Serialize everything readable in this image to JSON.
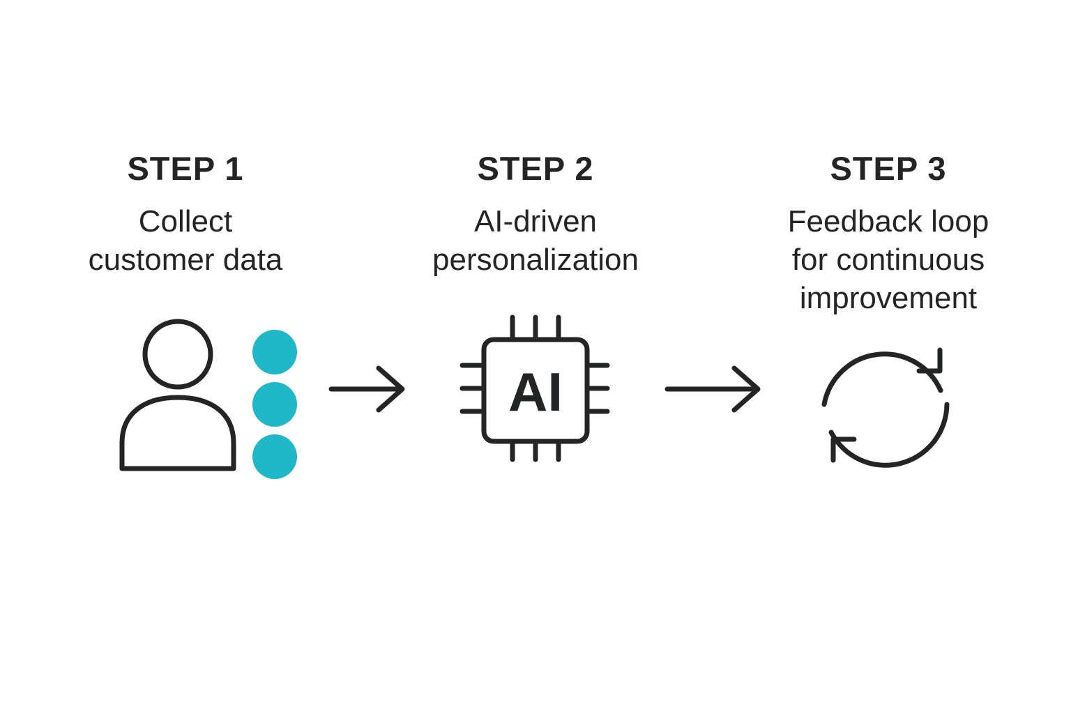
{
  "steps": [
    {
      "title": "STEP 1",
      "description_lines": [
        "Collect",
        "customer data"
      ],
      "icon": "user-with-data-icon"
    },
    {
      "title": "STEP 2",
      "description_lines": [
        "AI-driven",
        "personalization"
      ],
      "icon": "ai-chip-icon",
      "icon_text": "AI"
    },
    {
      "title": "STEP 3",
      "description_lines": [
        "Feedback loop",
        "for continuous",
        "improvement"
      ],
      "icon": "refresh-cycle-icon"
    }
  ],
  "connectors": [
    "arrow-right-icon",
    "arrow-right-icon"
  ],
  "colors": {
    "ink": "#222426",
    "accent": "#20B8C8",
    "background": "#FFFFFF"
  }
}
